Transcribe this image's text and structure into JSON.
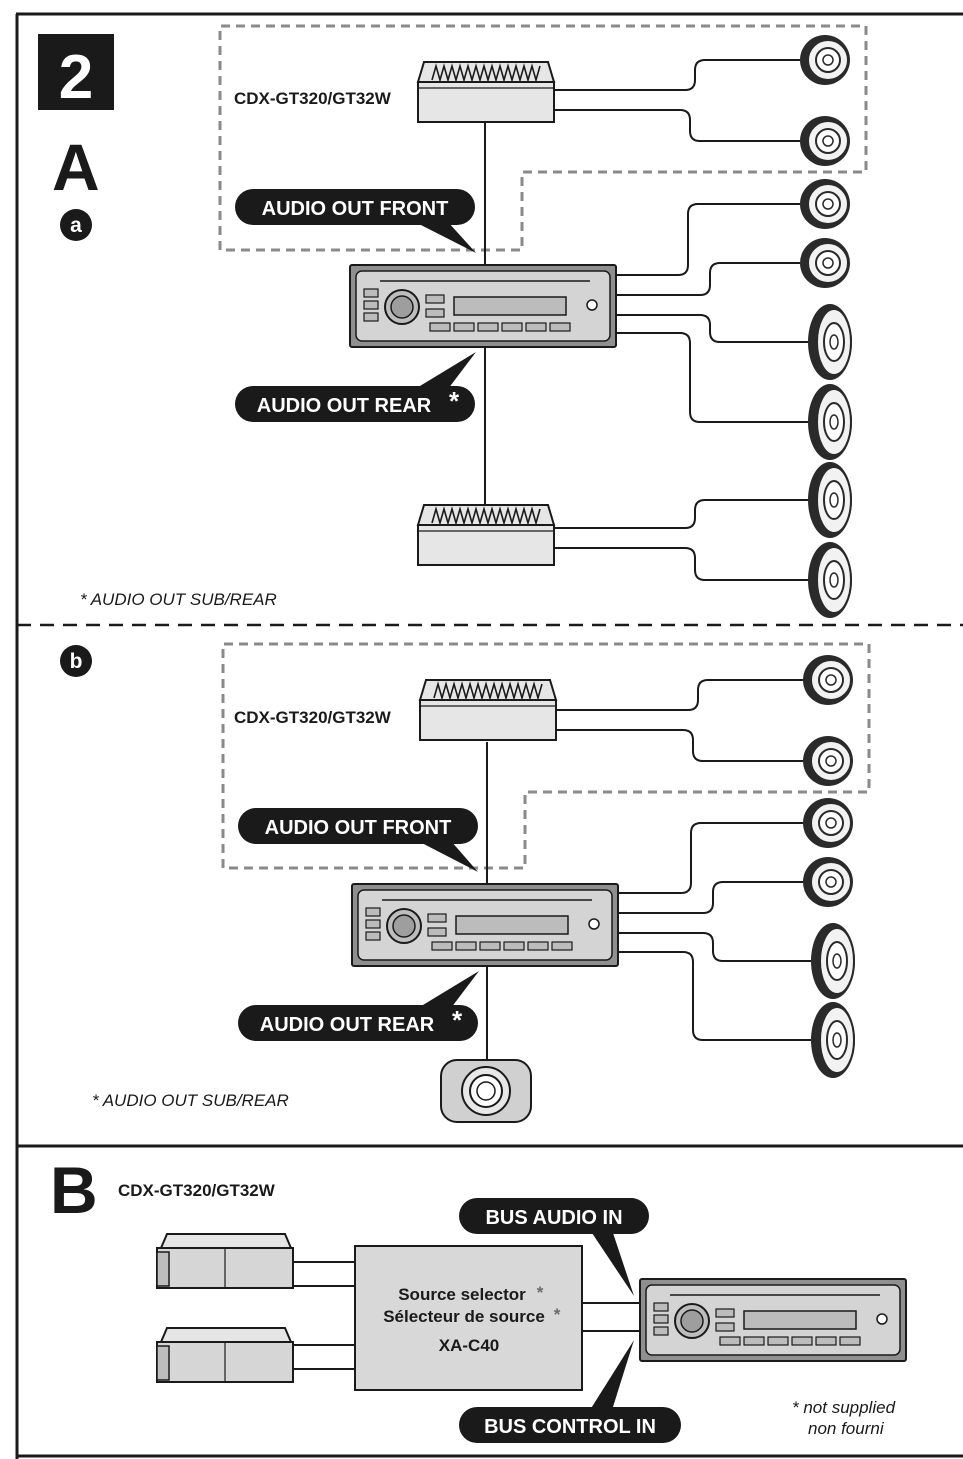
{
  "page_number": "2",
  "section_a": {
    "letter": "A",
    "sub_a": {
      "marker": "a",
      "model": "CDX-GT320/GT32W",
      "front_label": "AUDIO OUT FRONT",
      "rear_label": "AUDIO OUT REAR",
      "asterisk": "*",
      "footnote": "* AUDIO OUT SUB/REAR"
    },
    "sub_b": {
      "marker": "b",
      "model": "CDX-GT320/GT32W",
      "front_label": "AUDIO OUT FRONT",
      "rear_label": "AUDIO OUT REAR",
      "asterisk": "*",
      "footnote": "* AUDIO OUT SUB/REAR"
    }
  },
  "section_b": {
    "letter": "B",
    "model": "CDX-GT320/GT32W",
    "bus_audio_label": "BUS AUDIO IN",
    "bus_control_label": "BUS CONTROL IN",
    "selector_line1": "Source selector",
    "selector_line2": "Sélecteur de source",
    "selector_model": "XA-C40",
    "asterisk": "*",
    "note_line1": "* not supplied",
    "note_line2": "non fourni"
  },
  "colors": {
    "ink": "#1a1a1a",
    "dashed_box": "#8a8a8a",
    "device_fill": "#cfcfcf",
    "panel_fill": "#a9a9a9"
  }
}
